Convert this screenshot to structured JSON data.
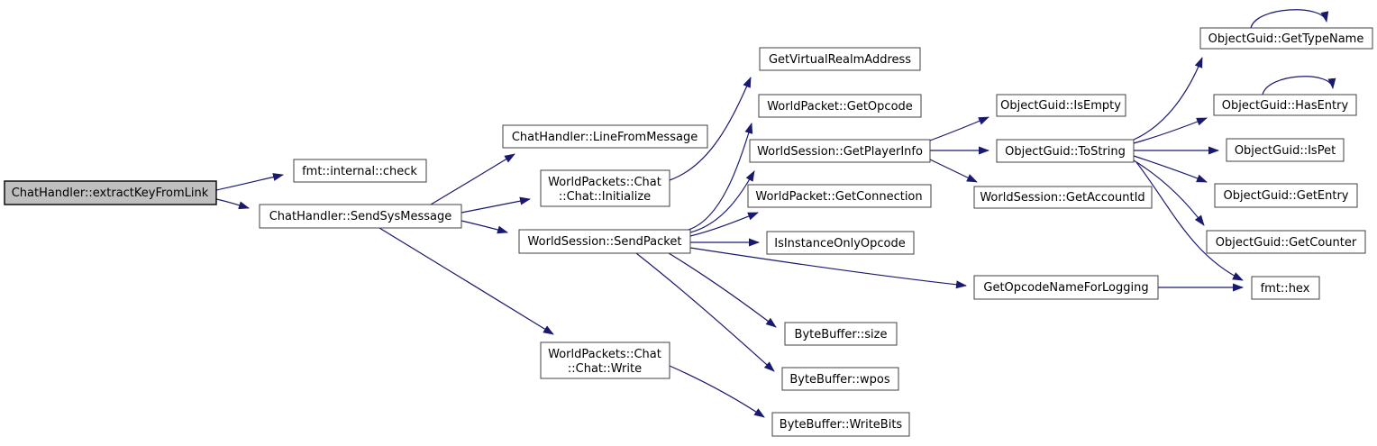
{
  "diagram": {
    "type": "doxygen-call-graph",
    "root": "ChatHandler::extractKeyFromLink",
    "colors": {
      "edge": "#191970",
      "node_border": "#404040",
      "node_fill": "#ffffff",
      "root_fill": "#bfbfbf",
      "root_border": "#000000",
      "text": "#000000",
      "background": "#ffffff"
    }
  },
  "nodes": {
    "extract": {
      "label": "ChatHandler::extractKeyFromLink",
      "highlighted": true
    },
    "check": {
      "label": "fmt::internal::check"
    },
    "sendsys": {
      "label": "ChatHandler::SendSysMessage"
    },
    "linefrommsg": {
      "label": "ChatHandler::LineFromMessage"
    },
    "chatinit": {
      "lines": [
        "WorldPackets::Chat",
        "::Chat::Initialize"
      ]
    },
    "sendpacket": {
      "label": "WorldSession::SendPacket"
    },
    "gvra": {
      "label": "GetVirtualRealmAddress"
    },
    "getopcode": {
      "label": "WorldPacket::GetOpcode"
    },
    "getplayerinfo": {
      "label": "WorldSession::GetPlayerInfo"
    },
    "getconnection": {
      "label": "WorldPacket::GetConnection"
    },
    "isinstonly": {
      "label": "IsInstanceOnlyOpcode"
    },
    "isempty": {
      "label": "ObjectGuid::IsEmpty"
    },
    "tostring": {
      "label": "ObjectGuid::ToString"
    },
    "getaccountid": {
      "label": "WorldSession::GetAccountId"
    },
    "getopname": {
      "label": "GetOpcodeNameForLogging"
    },
    "gettypename": {
      "label": "ObjectGuid::GetTypeName"
    },
    "hasentry": {
      "label": "ObjectGuid::HasEntry"
    },
    "ispet": {
      "label": "ObjectGuid::IsPet"
    },
    "getentry": {
      "label": "ObjectGuid::GetEntry"
    },
    "getcounter": {
      "label": "ObjectGuid::GetCounter"
    },
    "fmthex": {
      "label": "fmt::hex"
    },
    "chatwrite": {
      "lines": [
        "WorldPackets::Chat",
        "::Chat::Write"
      ]
    },
    "bbsize": {
      "label": "ByteBuffer::size"
    },
    "bbwpos": {
      "label": "ByteBuffer::wpos"
    },
    "bbwritebits": {
      "label": "ByteBuffer::WriteBits"
    }
  },
  "edges": [
    {
      "from": "ChatHandler::extractKeyFromLink",
      "to": "fmt::internal::check"
    },
    {
      "from": "ChatHandler::extractKeyFromLink",
      "to": "ChatHandler::SendSysMessage"
    },
    {
      "from": "ChatHandler::SendSysMessage",
      "to": "ChatHandler::LineFromMessage"
    },
    {
      "from": "ChatHandler::SendSysMessage",
      "to": "WorldPackets::Chat::Chat::Initialize"
    },
    {
      "from": "ChatHandler::SendSysMessage",
      "to": "WorldSession::SendPacket"
    },
    {
      "from": "ChatHandler::SendSysMessage",
      "to": "WorldPackets::Chat::Chat::Write"
    },
    {
      "from": "WorldPackets::Chat::Chat::Initialize",
      "to": "GetVirtualRealmAddress"
    },
    {
      "from": "WorldSession::SendPacket",
      "to": "WorldPacket::GetOpcode"
    },
    {
      "from": "WorldSession::SendPacket",
      "to": "WorldSession::GetPlayerInfo"
    },
    {
      "from": "WorldSession::SendPacket",
      "to": "WorldPacket::GetConnection"
    },
    {
      "from": "WorldSession::SendPacket",
      "to": "IsInstanceOnlyOpcode"
    },
    {
      "from": "WorldSession::SendPacket",
      "to": "GetOpcodeNameForLogging"
    },
    {
      "from": "WorldSession::SendPacket",
      "to": "ByteBuffer::size"
    },
    {
      "from": "WorldSession::SendPacket",
      "to": "ByteBuffer::wpos"
    },
    {
      "from": "WorldPackets::Chat::Chat::Write",
      "to": "ByteBuffer::WriteBits"
    },
    {
      "from": "WorldSession::GetPlayerInfo",
      "to": "ObjectGuid::IsEmpty"
    },
    {
      "from": "WorldSession::GetPlayerInfo",
      "to": "ObjectGuid::ToString"
    },
    {
      "from": "WorldSession::GetPlayerInfo",
      "to": "WorldSession::GetAccountId"
    },
    {
      "from": "ObjectGuid::ToString",
      "to": "ObjectGuid::GetTypeName"
    },
    {
      "from": "ObjectGuid::ToString",
      "to": "ObjectGuid::HasEntry"
    },
    {
      "from": "ObjectGuid::ToString",
      "to": "ObjectGuid::IsPet"
    },
    {
      "from": "ObjectGuid::ToString",
      "to": "ObjectGuid::GetEntry"
    },
    {
      "from": "ObjectGuid::ToString",
      "to": "ObjectGuid::GetCounter"
    },
    {
      "from": "ObjectGuid::ToString",
      "to": "fmt::hex"
    },
    {
      "from": "GetOpcodeNameForLogging",
      "to": "fmt::hex"
    },
    {
      "from": "ObjectGuid::GetTypeName",
      "to": "ObjectGuid::GetTypeName"
    },
    {
      "from": "ObjectGuid::HasEntry",
      "to": "ObjectGuid::HasEntry"
    }
  ]
}
